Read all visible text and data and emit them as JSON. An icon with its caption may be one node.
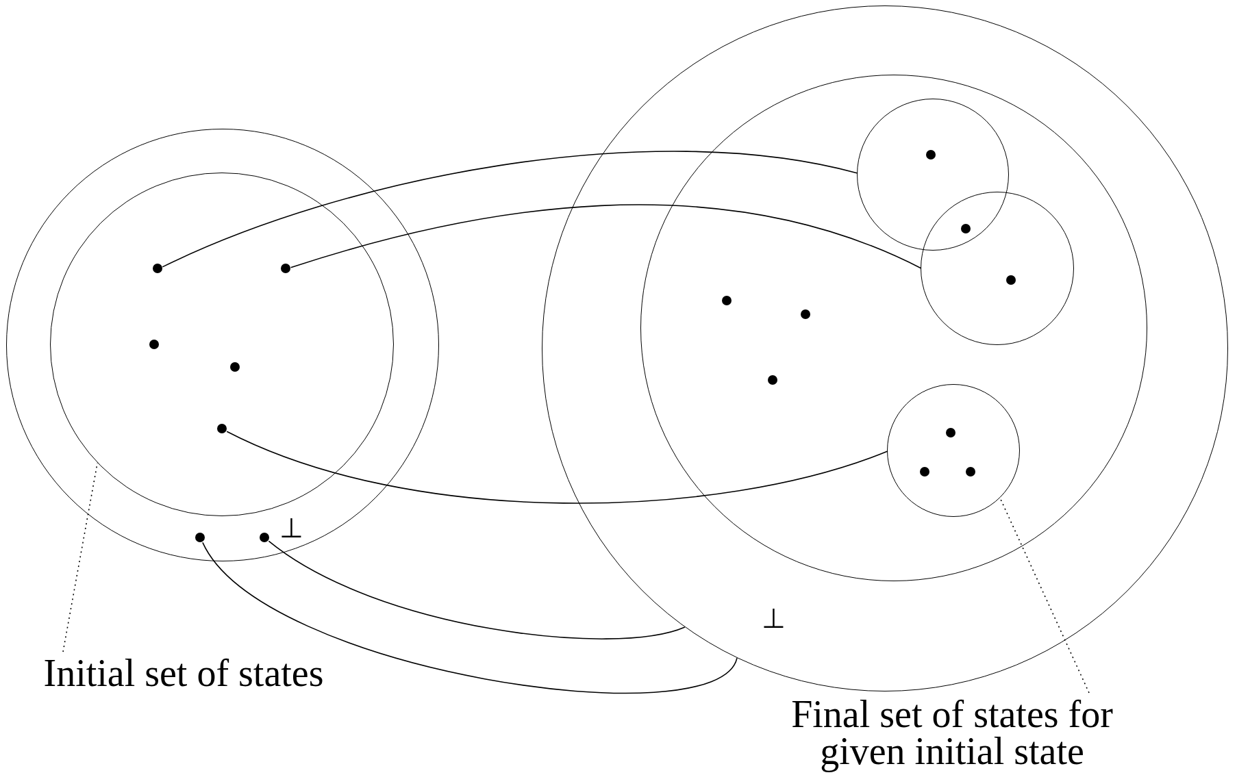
{
  "diagram": {
    "nodes": [
      {
        "text": [],
        "shape": "circle"
      },
      {
        "text": [],
        "shape": "circle",
        "in": 0
      },
      {
        "text": [],
        "shape": "circle"
      },
      {
        "text": [],
        "shape": "circle",
        "in": 2
      },
      {
        "text": [],
        "shape": "circle",
        "in": 3
      },
      {
        "text": [],
        "shape": "circle",
        "in": 3
      },
      {
        "text": [],
        "shape": "circle",
        "in": 3
      },
      {
        "text": [],
        "shape": "dot",
        "in": 1
      },
      {
        "text": [],
        "shape": "dot",
        "in": 1
      },
      {
        "text": [],
        "shape": "dot",
        "in": 1
      },
      {
        "text": [],
        "shape": "dot",
        "in": 1
      },
      {
        "text": [],
        "shape": "dot",
        "in": 1
      },
      {
        "text": [],
        "shape": "dot",
        "in": 0
      },
      {
        "text": [],
        "shape": "dot",
        "in": 0
      },
      {
        "text": [],
        "shape": "dot",
        "in": 4
      },
      {
        "text": [],
        "shape": "dot"
      },
      {
        "text": [],
        "shape": "dot",
        "in": 5
      },
      {
        "text": [],
        "shape": "dot",
        "in": 3
      },
      {
        "text": [],
        "shape": "dot",
        "in": 3
      },
      {
        "text": [],
        "shape": "dot",
        "in": 3
      },
      {
        "text": [],
        "shape": "dot",
        "in": 6
      },
      {
        "text": [],
        "shape": "dot",
        "in": 6
      },
      {
        "text": [],
        "shape": "dot",
        "in": 6
      },
      {
        "text": [
          "Initial set of states"
        ]
      },
      {
        "text": [
          "Final set of states for given initial state"
        ]
      }
    ],
    "edges": [
      {
        "from": 7,
        "to": 4,
        "arrow": "none"
      },
      {
        "from": 8,
        "to": 5,
        "arrow": "none"
      },
      {
        "from": 11,
        "to": 6,
        "arrow": "none"
      },
      {
        "from": 13,
        "to": 2,
        "arrow": "none"
      },
      {
        "from": 12,
        "to": 2,
        "arrow": "none"
      },
      {
        "from": 23,
        "to": 1,
        "arrow": "none",
        "style": "dashed"
      },
      {
        "from": 24,
        "to": 6,
        "arrow": "none",
        "style": "dashed"
      }
    ],
    "labels": [
      "⊥",
      "⊥"
    ]
  }
}
